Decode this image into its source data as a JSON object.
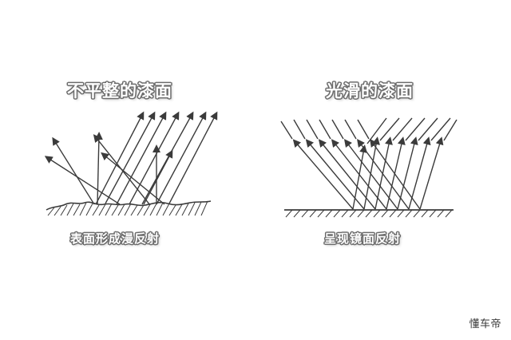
{
  "left_panel": {
    "title": "不平整的漆面",
    "caption": "表面形成漫反射"
  },
  "right_panel": {
    "title": "光滑的漆面",
    "caption": "呈现镜面反射"
  },
  "watermark": "懂车帝",
  "colors": {
    "line": "#3b3b3b",
    "label_fill": "#ffffff",
    "label_outline": "#6b6b6b"
  }
}
